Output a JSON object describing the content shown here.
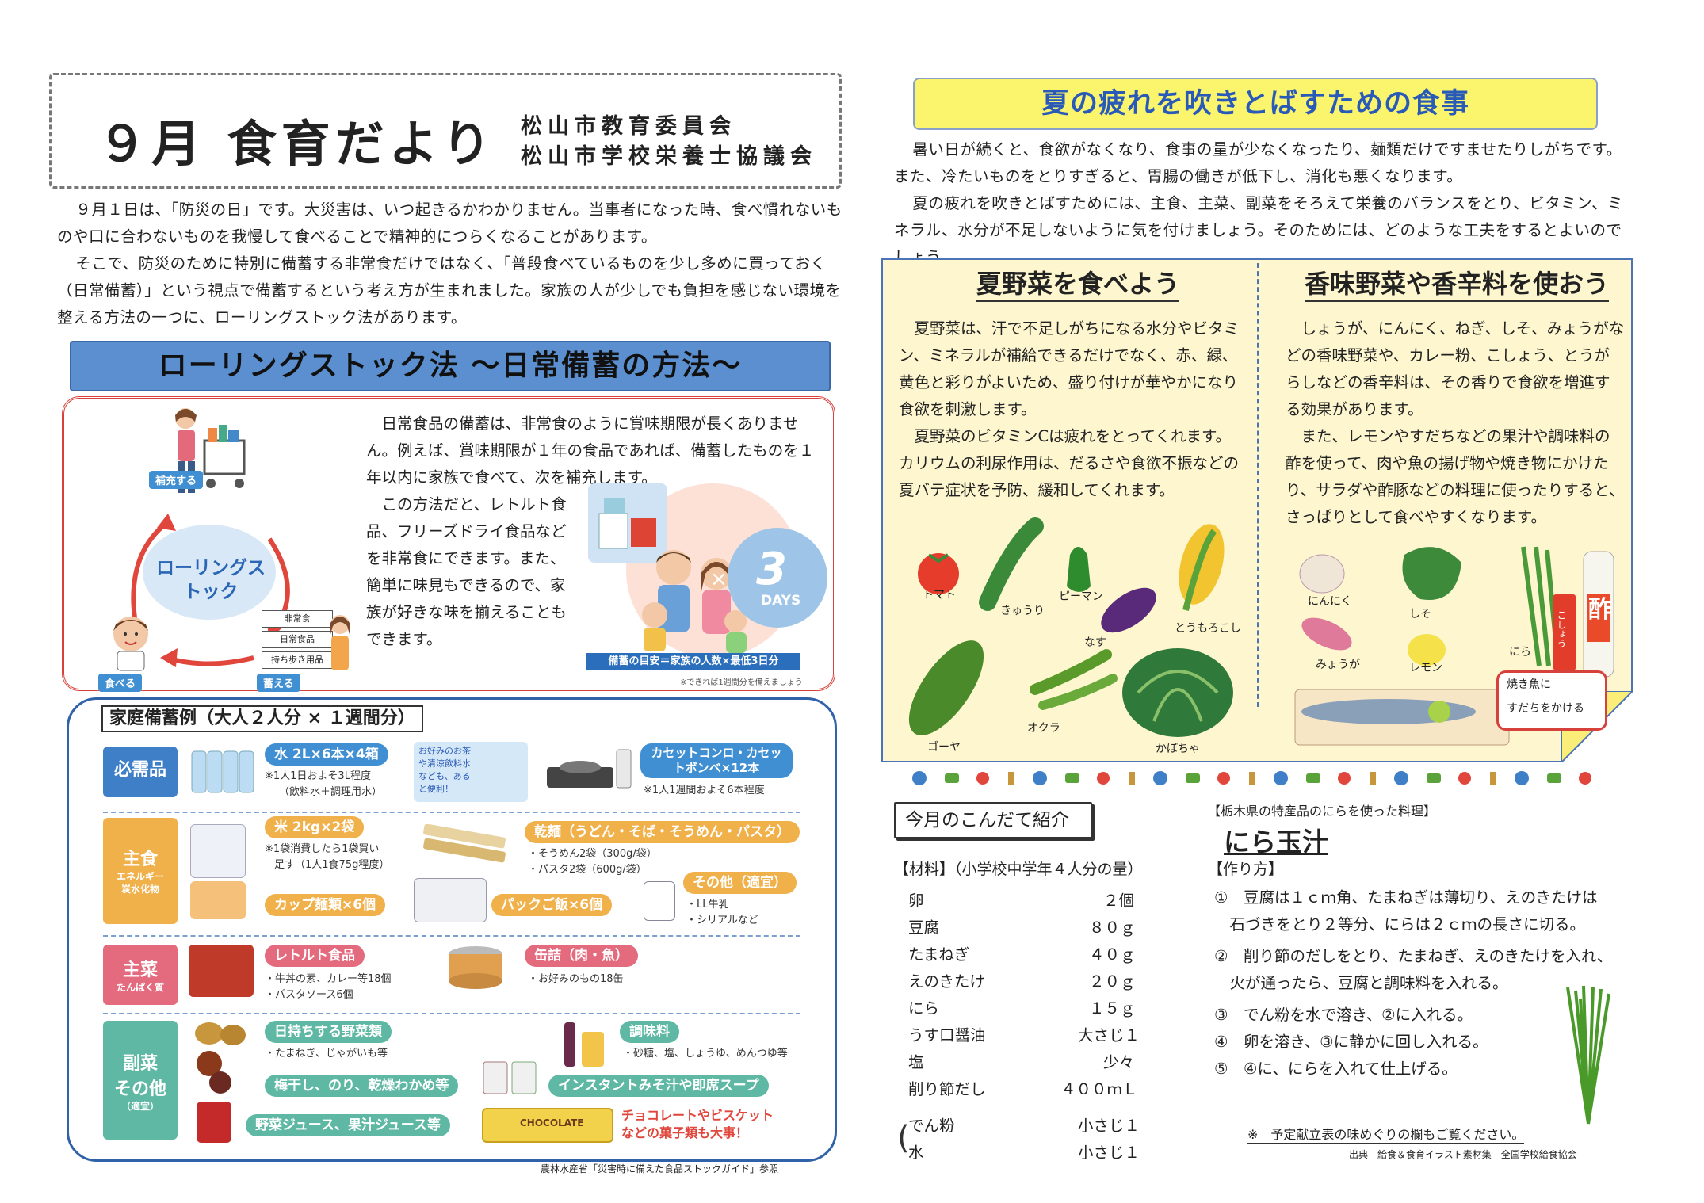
{
  "header": {
    "title": "９月 食育だより",
    "org_line1": "松山市教育委員会",
    "org_line2": "松山市学校栄養士協議会"
  },
  "intro": {
    "p1": "９月１日は、「防災の日」です。大災害は、いつ起きるかわかりません。当事者になった時、食べ慣れないものや口に合わないものを我慢して食べることで精神的につらくなることがあります。",
    "p2": "そこで、防災のために特別に備蓄する非常食だけではなく、「普段食べているものを少し多めに買っておく（日常備蓄）」という視点で備蓄するという考え方が生まれました。家族の人が少しでも負担を感じない環境を整える方法の一つに、ローリングストック法があります。"
  },
  "rolling": {
    "banner": "ローリングストック法 ～日常備蓄の方法～",
    "p1": "日常食品の備蓄は、非常食のように賞味期限が長くありません。例えば、賞味期限が１年の食品であれば、備蓄したものを１年以内に家族で食べて、次を補充します。",
    "p2": "この方法だと、レトルト食品、フリーズドライ食品などを非常食にできます。また、簡単に味見もできるので、家族が好きな味を揃えることもできます。",
    "cycle_label": "ローリングストック",
    "replenish": "補充する",
    "eat": "食べる",
    "store": "蓄える",
    "shelf": [
      "非常食",
      "日常食品",
      "持ち歩き用品"
    ],
    "days_num": "3",
    "days_label": "DAYS",
    "guideline": "備蓄の目安＝家族の人数×最低3日分",
    "guideline_note": "※できれば1週間分を備えましょう"
  },
  "household": {
    "title": "家庭備蓄例（大人２人分 × １週間分）",
    "necessities": {
      "label": "必需品",
      "water_tag": "水 2L×6本×4箱",
      "water_note1": "※1人1日およそ3L程度",
      "water_note2": "（飲料水＋調理用水）",
      "water_bubble": "お好みのお茶や清涼飲料水なども、あると便利！",
      "stove_tag": "カセットコンロ・カセットボンベ×12本",
      "stove_note": "※1人1週間およそ6本程度"
    },
    "staple": {
      "label": "主食",
      "sub": "エネルギー炭水化物",
      "rice_tag": "米 2kg×2袋",
      "rice_note1": "※1袋消費したら1袋買い",
      "rice_note2": "足す（1人1食75g程度）",
      "noodle_tag": "乾麺（うどん・そば・そうめん・パスタ）",
      "noodle_note1": "・そうめん2袋（300g/袋）",
      "noodle_note2": "・パスタ2袋（600g/袋）",
      "cup_tag": "カップ麺類×6個",
      "pack_tag": "パックご飯×6個",
      "other_tag": "その他（適宜）",
      "other_note1": "・LL牛乳",
      "other_note2": "・シリアルなど"
    },
    "main_dish": {
      "label": "主菜",
      "sub": "たんぱく質",
      "retort_tag": "レトルト食品",
      "retort_note1": "・牛丼の素、カレー等18個",
      "retort_note2": "・パスタソース6個",
      "can_tag": "缶詰（肉・魚）",
      "can_note": "・お好みのもの18缶"
    },
    "side_dish": {
      "label": "副菜",
      "label2": "その他",
      "sub": "（適宜）",
      "veg_tag": "日持ちする野菜類",
      "veg_note": "・たまねぎ、じゃがいも等",
      "seasoning_tag": "調味料",
      "seasoning_note": "・砂糖、塩、しょうゆ、めんつゆ等",
      "dried_tag": "梅干し、のり、乾燥わかめ等",
      "soup_tag": "インスタントみそ汁や即席スープ",
      "juice_tag": "野菜ジュース、果汁ジュース等",
      "choco_text1": "チョコレートやビスケット",
      "choco_text2": "などの菓子類も大事！",
      "choco_label": "CHOCOLATE"
    },
    "citation": "農林水産省「災害時に備えた食品ストックガイド」参照"
  },
  "summer": {
    "banner": "夏の疲れを吹きとばすための食事",
    "p1": "暑い日が続くと、食欲がなくなり、食事の量が少なくなったり、麺類だけですませたりしがちです。また、冷たいものをとりすぎると、胃腸の働きが低下し、消化も悪くなります。",
    "p2": "夏の疲れを吹きとばすためには、主食、主菜、副菜をそろえて栄養のバランスをとり、ビタミン、ミネラル、水分が不足しないように気を付けましょう。そのためには、どのような工夫をするとよいのでしょう。",
    "left_title": "夏野菜を食べよう",
    "left_p1": "夏野菜は、汗で不足しがちになる水分やビタミン、ミネラルが補給できるだけでなく、赤、緑、黄色と彩りがよいため、盛り付けが華やかになり食欲を刺激します。",
    "left_p2": "夏野菜のビタミンCは疲れをとってくれます。カリウムの利尿作用は、だるさや食欲不振などの夏バテ症状を予防、緩和してくれます。",
    "right_title": "香味野菜や香辛料を使おう",
    "right_p1": "しょうが、にんにく、ねぎ、しそ、みょうがなどの香味野菜や、カレー粉、こしょう、とうがらしなどの香辛料は、その香りで食欲を増進する効果があります。",
    "right_p2": "また、レモンやすだちなどの果汁や調味料の酢を使って、肉や魚の揚げ物や焼き物にかけたり、サラダや酢豚などの料理に使ったりすると、さっぱりとして食べやすくなります。",
    "veg_labels": {
      "tomato": "トマト",
      "cucumber": "きゅうり",
      "pepper": "ピーマン",
      "eggplant": "なす",
      "corn": "とうもろこし",
      "goya": "ゴーヤ",
      "okra": "オクラ",
      "pumpkin": "かぼちゃ",
      "garlic": "にんにく",
      "shiso": "しそ",
      "myoga": "みょうが",
      "lemon": "レモン",
      "nira": "にら",
      "pepper_bottle": "こしょう",
      "vinegar": "酢"
    },
    "fish_callout1": "焼き魚に",
    "fish_callout2": "すだちをかける"
  },
  "menu": {
    "title": "今月のこんだて紹介",
    "materials_head": "【材料】（小学校中学年４人分の量）",
    "ingredients": [
      {
        "name": "卵",
        "qty": "２個"
      },
      {
        "name": "豆腐",
        "qty": "８０ｇ"
      },
      {
        "name": "たまねぎ",
        "qty": "４０ｇ"
      },
      {
        "name": "えのきたけ",
        "qty": "２０ｇ"
      },
      {
        "name": "にら",
        "qty": "１５ｇ"
      },
      {
        "name": "うす口醤油",
        "qty": "大さじ１"
      },
      {
        "name": "塩",
        "qty": "少々"
      },
      {
        "name": "削り節だし",
        "qty": "４００ｍＬ"
      },
      {
        "name": "でん粉",
        "qty": "小さじ１"
      },
      {
        "name": "水",
        "qty": "小さじ１"
      }
    ],
    "local_head": "【栃木県の特産品のにらを使った料理】",
    "dish": "にら玉汁",
    "howto_head": "【作り方】",
    "steps": [
      "①　豆腐は１ｃｍ角、たまねぎは薄切り、えのきたけは",
      "　石づきをとり２等分、にらは２ｃｍの長さに切る。",
      "②　削り節のだしをとり、たまねぎ、えのきたけを入れ、",
      "　火が通ったら、豆腐と調味料を入れる。",
      "③　でん粉を水で溶き、②に入れる。",
      "④　卵を溶き、③に静かに回し入れる。",
      "⑤　④に、にらを入れて仕上げる。"
    ],
    "note": "※　予定献立表の味めぐりの欄もご覧ください。",
    "source": "出典　給食＆食育イラスト素材集　全国学校給食協会"
  }
}
